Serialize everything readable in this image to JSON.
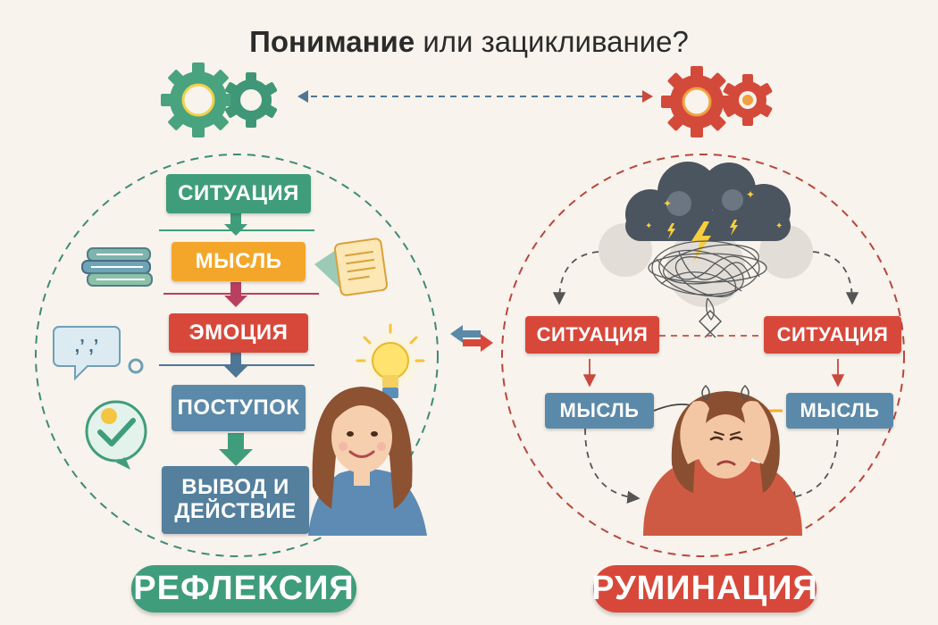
{
  "title": {
    "bold": "Понимание",
    "rest": " или зацикливание?"
  },
  "reflection": {
    "label": "РЕФЛЕКСИЯ",
    "steps": [
      "СИТУАЦИЯ",
      "МЫСЛЬ",
      "ЭМОЦИЯ",
      "ПОСТУПОК"
    ],
    "conclusion": [
      "ВЫВОД И",
      "ДЕЙСТВИЕ"
    ]
  },
  "rumination": {
    "label": "РУМИНАЦИЯ",
    "situation_left": "СИТУАЦИЯ",
    "situation_right": "СИТУАЦИЯ",
    "thought_left": "МЫСЛЬ",
    "thought_right": "МЫСЛЬ"
  },
  "colors": {
    "green": "#3f9d7c",
    "orange": "#f4a62a",
    "red": "#d8483a",
    "blue": "#5b89a9",
    "background": "#f8f3ec"
  },
  "icons": [
    "gear-icon",
    "book-stack-icon",
    "document-icon",
    "chat-bubble-icon",
    "checkmark-bubble-icon",
    "lightbulb-icon",
    "storm-cloud-icon",
    "double-arrow-icon",
    "woman-smiling-illustration",
    "woman-stressed-illustration"
  ]
}
